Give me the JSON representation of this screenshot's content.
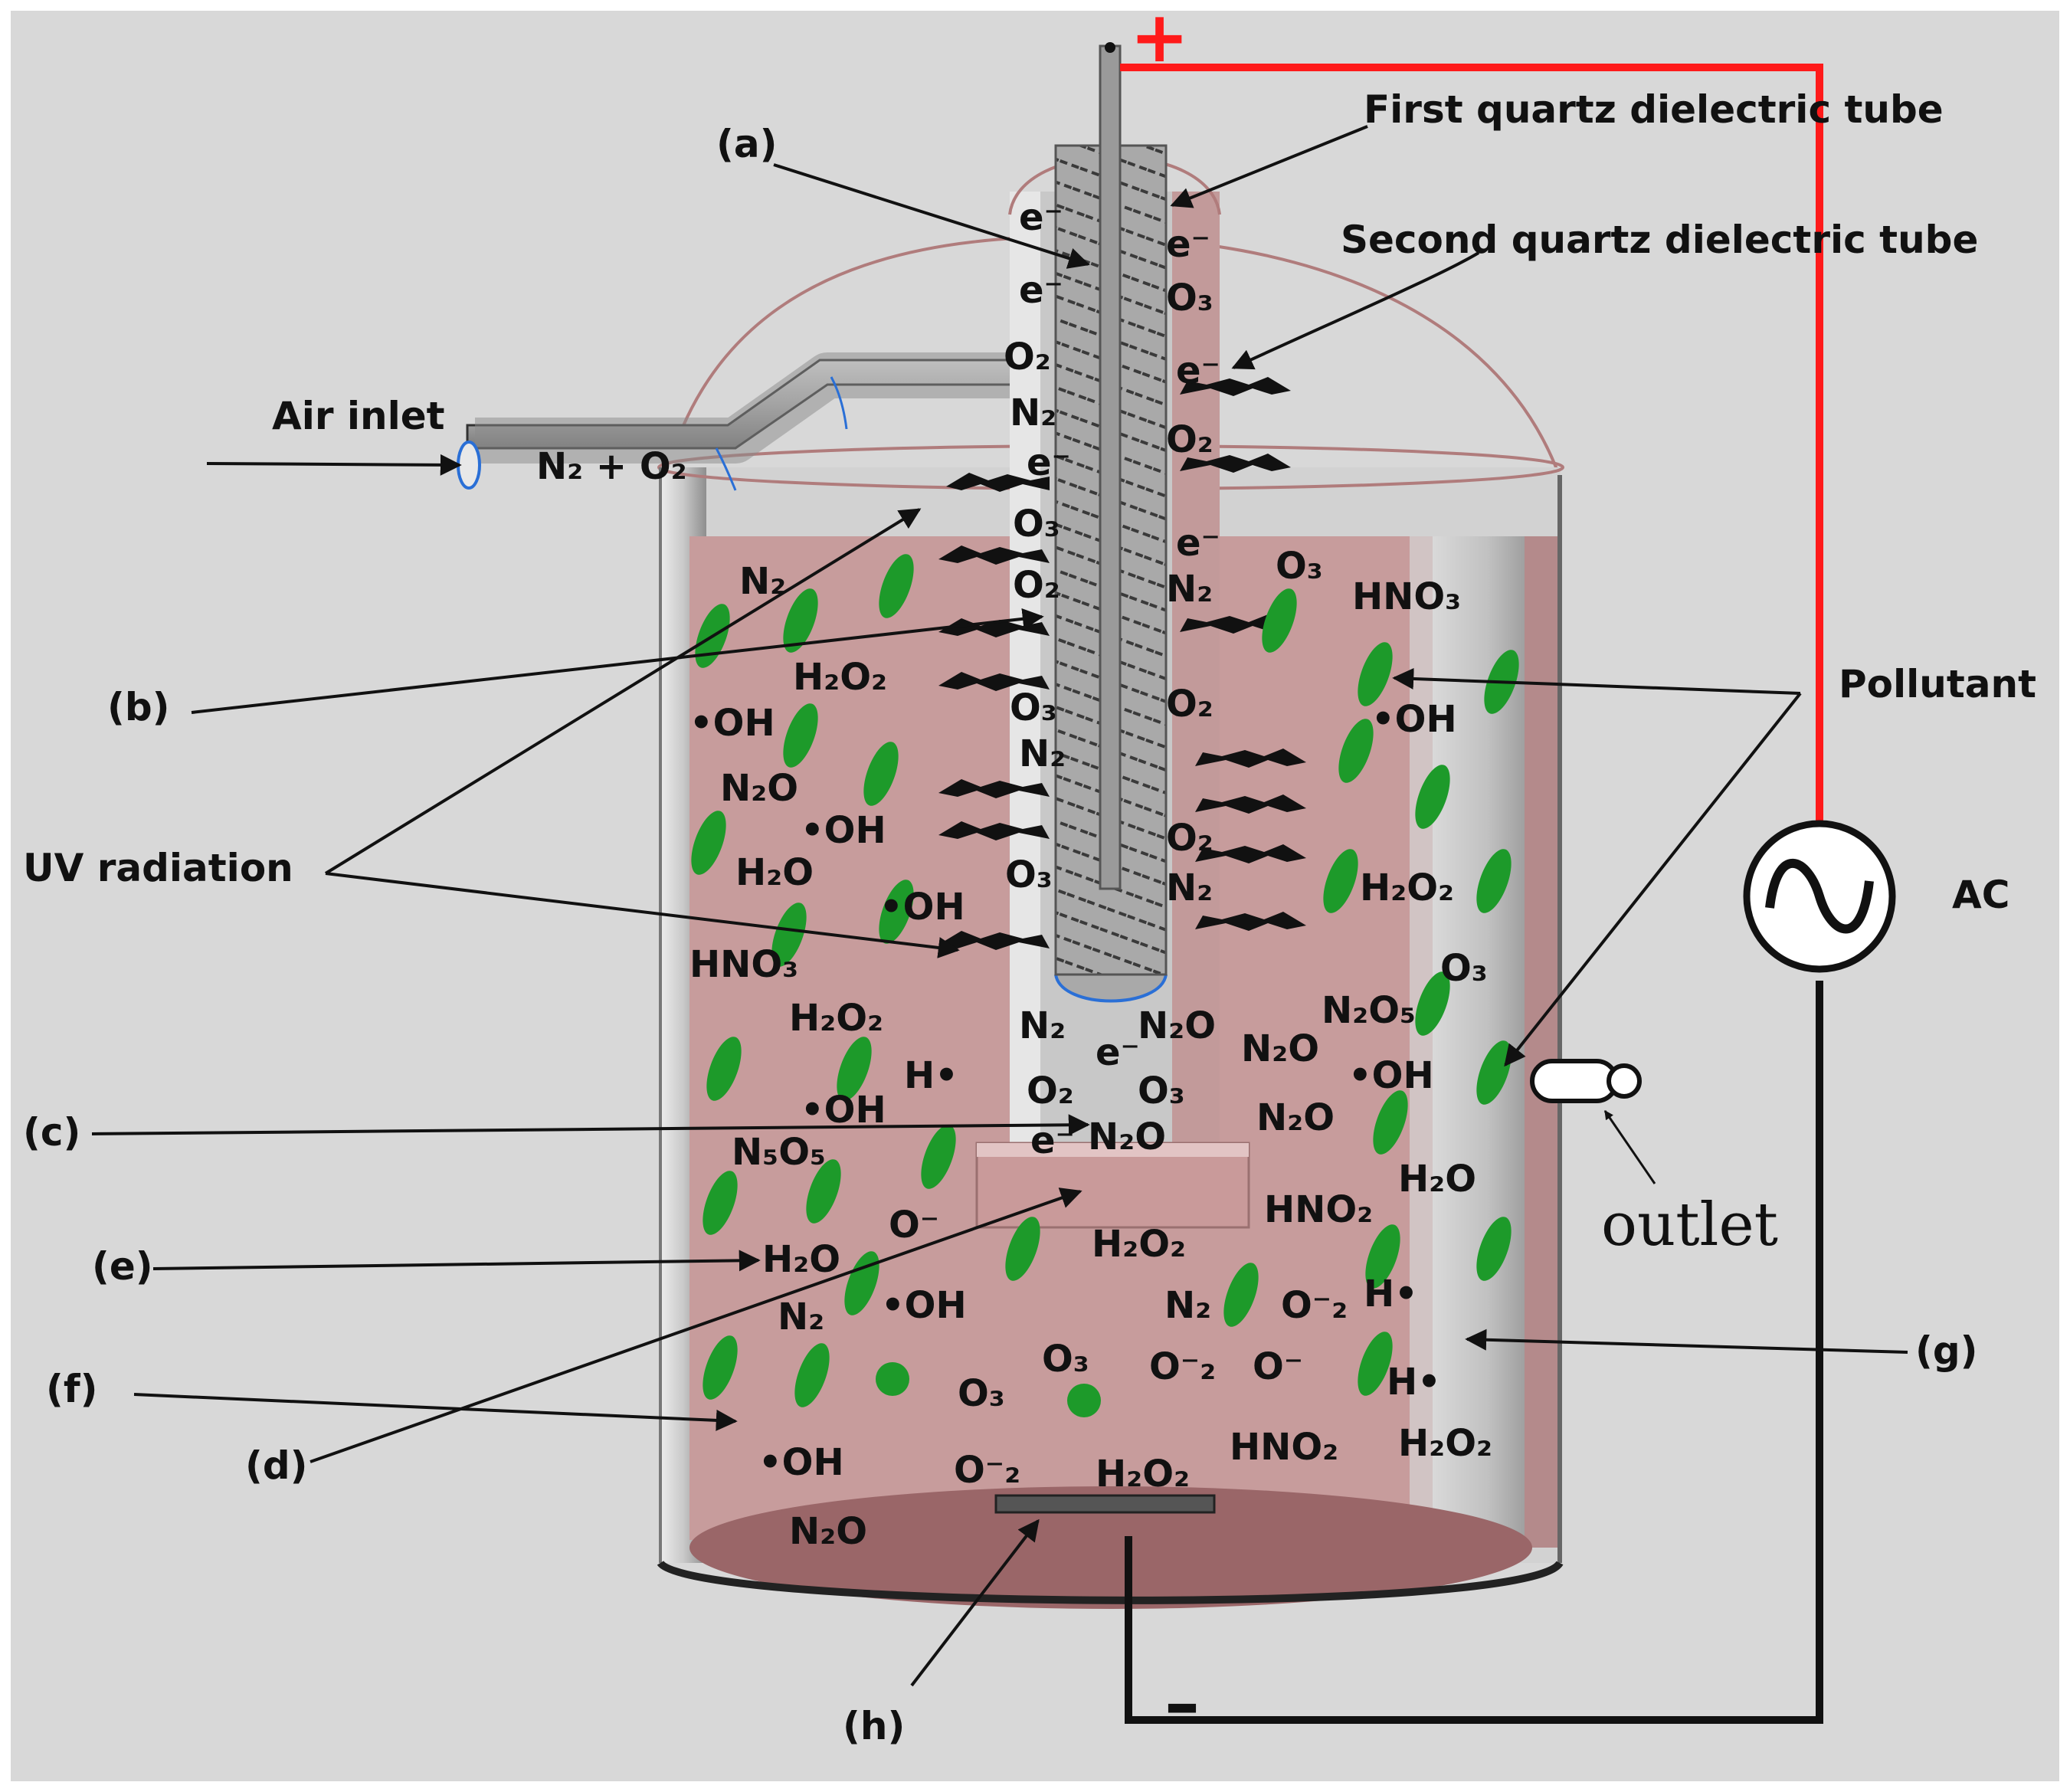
{
  "colors": {
    "background": "#d8d8d8",
    "wire_positive": "#ff1a1a",
    "wire_negative": "#111111",
    "liquid": "#c49898",
    "bottom": "#9a6668",
    "pollutant": "#1d9a2a"
  },
  "labels": {
    "a": "(a)",
    "b": "(b)",
    "c": "(c)",
    "d": "(d)",
    "e": "(e)",
    "f": "(f)",
    "g": "(g)",
    "h": "(h)",
    "first_tube": "First quartz dielectric tube",
    "second_tube": "Second quartz dielectric tube",
    "air_inlet": "Air inlet",
    "inlet_gas": "N₂ + O₂",
    "uv": "UV radiation",
    "pollutant": "Pollutant",
    "ac": "AC",
    "outlet": "outlet",
    "plus": "+",
    "minus": "–"
  },
  "species": {
    "inner_left": [
      "e⁻",
      "e⁻",
      "O₂",
      "N₂",
      "e⁻",
      "O₃",
      "O₂",
      "O₃",
      "N₂",
      "O₃"
    ],
    "inner_right": [
      "e⁻",
      "O₃",
      "e⁻",
      "O₂",
      "e⁻",
      "N₂",
      "O₂",
      "O₂",
      "N₂"
    ],
    "tube_bottom": [
      "N₂",
      "N₂O",
      "e⁻",
      "O₂",
      "O₃",
      "e⁻",
      "N₂O"
    ],
    "left_liquid": [
      "N₂",
      "H₂O₂",
      "•OH",
      "N₂O",
      "•OH",
      "H₂O",
      "•OH",
      "HNO₃",
      "H₂O₂",
      "H•",
      "•OH",
      "N₅O₅",
      "O⁻",
      "H₂O",
      "N₂",
      "•OH",
      "O₃",
      "O₃",
      "•OH",
      "N₂O",
      "O⁻₂",
      "H₂O₂",
      "H₂O₂"
    ],
    "right_liquid": [
      "O₃",
      "HNO₃",
      "•OH",
      "H₂O₂",
      "O₃",
      "N₂O₅",
      "N₂O",
      "•OH",
      "N₂O",
      "H₂O",
      "HNO₂",
      "N₂",
      "O⁻₂",
      "H•",
      "O⁻₂",
      "O⁻",
      "H•",
      "HNO₂",
      "H₂O₂"
    ]
  }
}
